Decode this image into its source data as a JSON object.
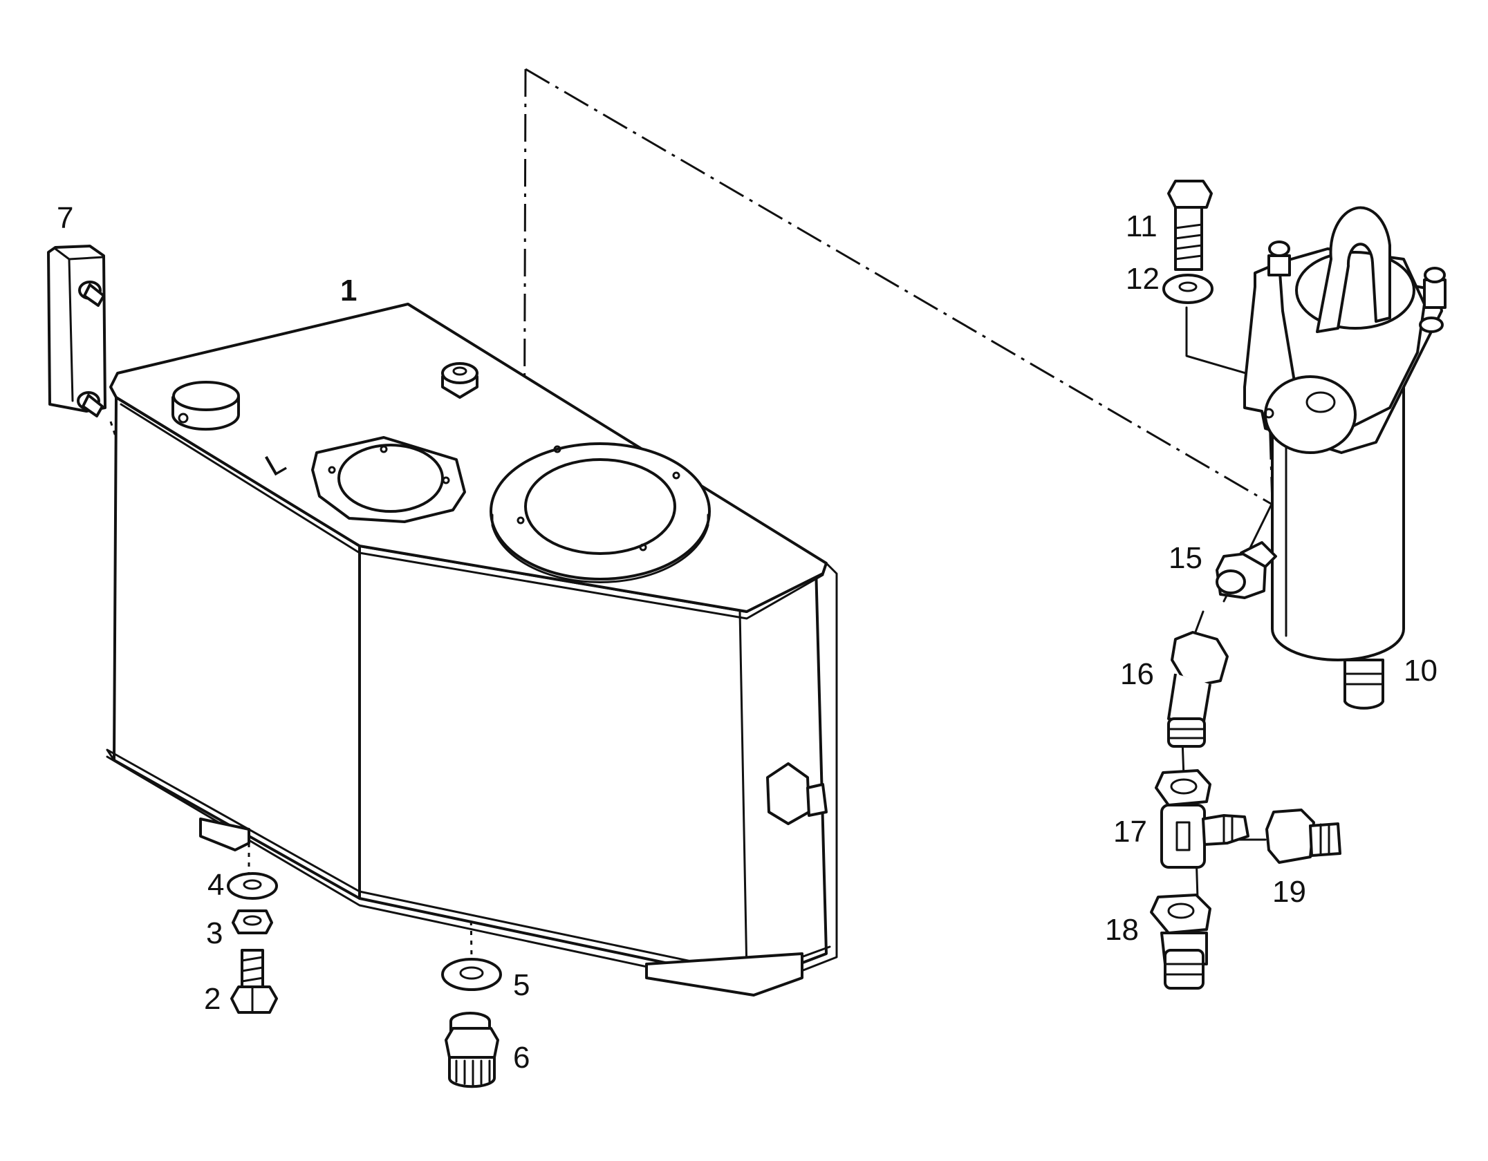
{
  "callouts": {
    "c1": "1",
    "c2": "2",
    "c3": "3",
    "c4": "4",
    "c5": "5",
    "c6": "6",
    "c7": "7",
    "c10": "10",
    "c11": "11",
    "c12": "12",
    "c15": "15",
    "c16": "16",
    "c17": "17",
    "c18": "18",
    "c19": "19"
  },
  "tank_mark": "L"
}
